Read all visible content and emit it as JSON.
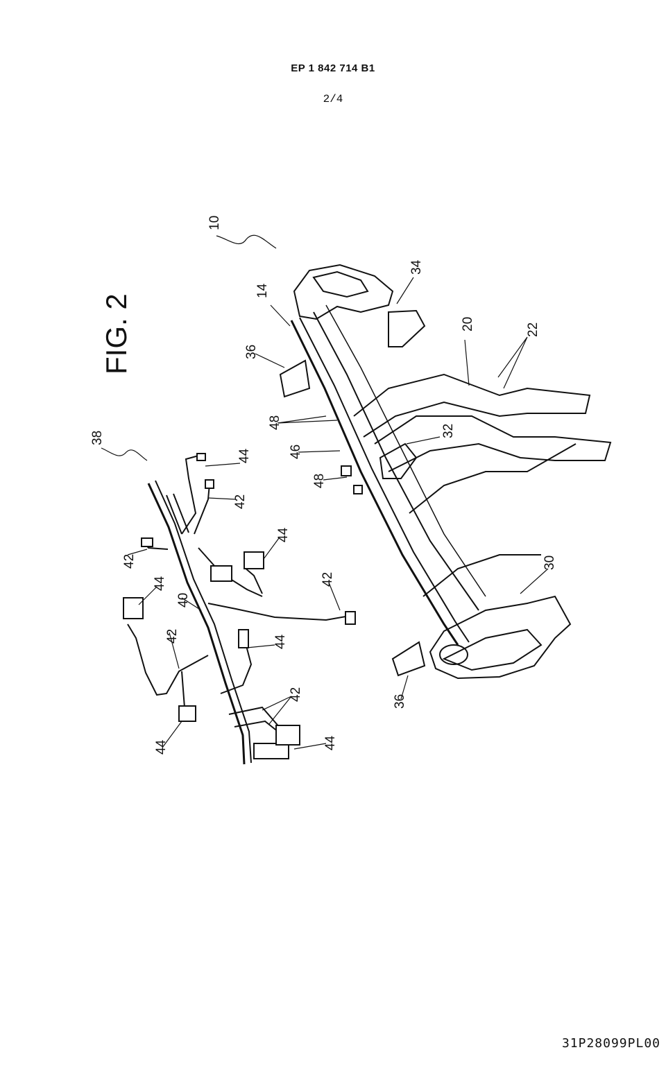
{
  "header": {
    "publication_number": "EP 1 842 714 B1",
    "sheet": "2/4"
  },
  "figure": {
    "title": "FIG. 2"
  },
  "reference_numerals": {
    "n10": "10",
    "n14": "14",
    "n20": "20",
    "n22": "22",
    "n30": "30",
    "n32": "32",
    "n34": "34",
    "n36": "36",
    "n38": "38",
    "n40": "40",
    "n42": "42",
    "n44": "44",
    "n46": "46",
    "n48": "48"
  },
  "footer": {
    "code": "31P28099PL00"
  }
}
